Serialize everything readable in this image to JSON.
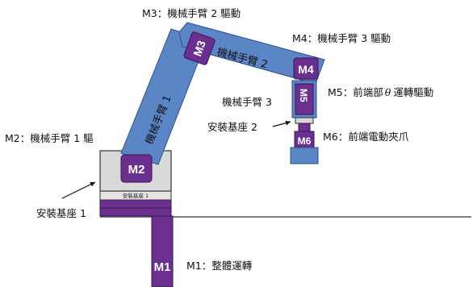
{
  "labels": {
    "m1": "M1：整體運轉",
    "m2": "M2：機械手臂 1 驅",
    "m3": "M3：機械手臂 2 驅動",
    "m4": "M4：機械手臂 3 驅動",
    "m5_prefix": "M5：前端部",
    "m5_theta": "θ",
    "m5_suffix": "運轉驅動",
    "m6": "M6：前端電動夾爪",
    "mount1": "安裝基座 1",
    "mount2": "安裝基座 2"
  },
  "parts": {
    "arm1": "機械手臂 1",
    "arm2": "機械手臂 2",
    "arm3": "機械手臂 3",
    "base_plate": "安裝基座 1"
  },
  "motors": {
    "m1": "M1",
    "m2": "M2",
    "m3": "M3",
    "m4": "M4",
    "m5": "M5",
    "m6": "M6"
  },
  "colors": {
    "arm_fill": "#5b86c5",
    "arm_stroke": "#2f4f8a",
    "motor_fill": "#6b2f8f",
    "motor_stroke": "#3c1452",
    "base_fill": "#d9d9d9",
    "column_fill": "#6b2f8f"
  }
}
